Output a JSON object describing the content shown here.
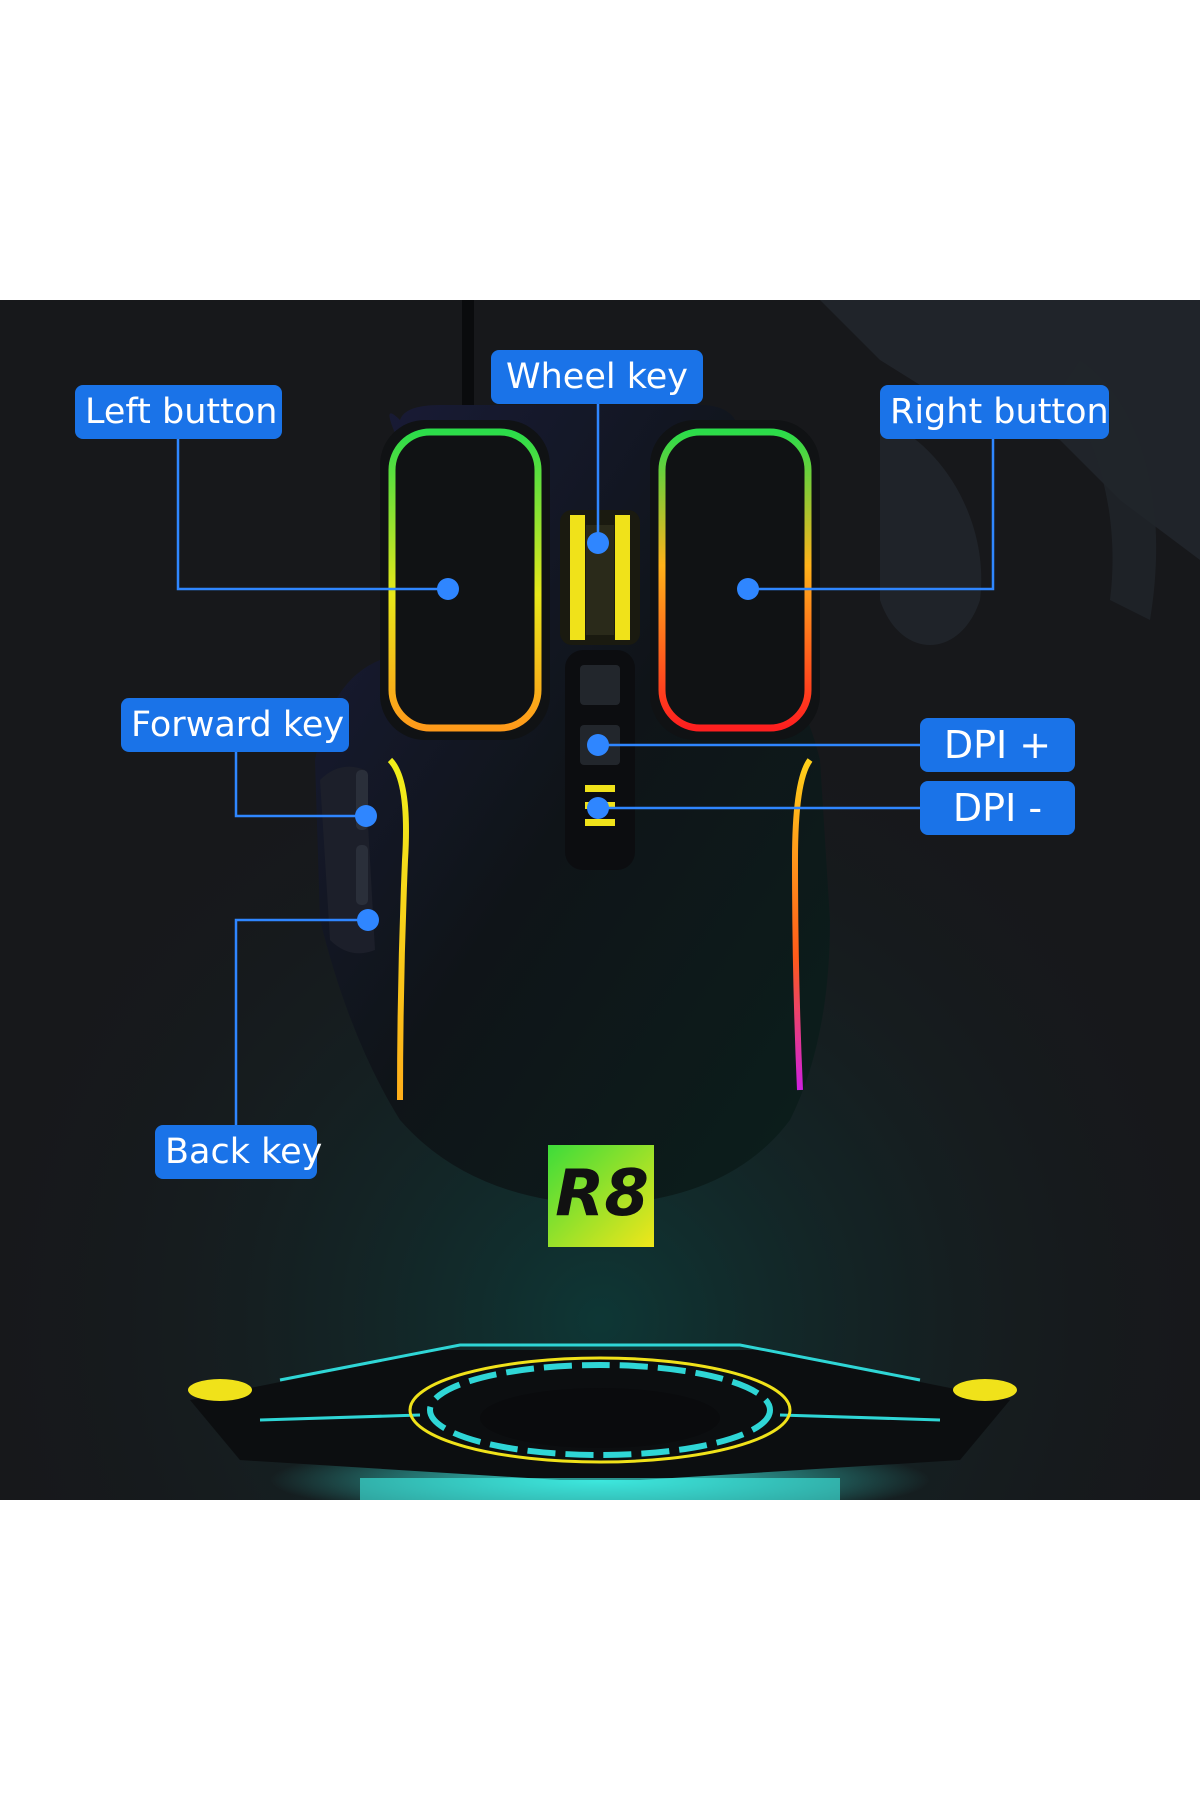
{
  "callouts": {
    "left_button": "Left button",
    "wheel_key": "Wheel key",
    "right_button": "Right button",
    "forward_key": "Forward key",
    "dpi_plus": "DPI +",
    "dpi_minus": "DPI -",
    "back_key": "Back key"
  },
  "logo": {
    "text": "R8"
  },
  "colors": {
    "callout_bg": "#1a73e8",
    "leader_line": "#2f86ff",
    "background": "#17181b",
    "mouse_body": "#0d0f12",
    "glow_green": "#36e04a",
    "glow_yellow": "#f5e21a",
    "glow_orange": "#ff8a1a",
    "glow_red": "#ff2020",
    "glow_magenta": "#e020e0",
    "base_cyan": "#2fd6d6"
  }
}
